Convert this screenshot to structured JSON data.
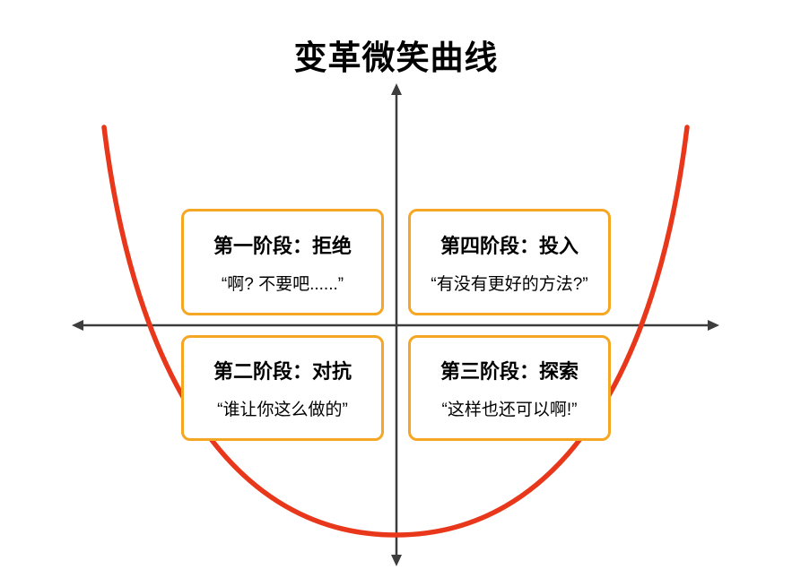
{
  "title": "变革微笑曲线",
  "quadrants": [
    {
      "stage": "第一阶段：拒绝",
      "quote": "“啊? 不要吧......”"
    },
    {
      "stage": "第二阶段：对抗",
      "quote": "“谁让你这么做的”"
    },
    {
      "stage": "第三阶段：探索",
      "quote": "“这样也还可以啊!”"
    },
    {
      "stage": "第四阶段：投入",
      "quote": "“有没有更好的方法?”"
    }
  ],
  "colors": {
    "curve": "#e8371a",
    "axis": "#3d3d3d",
    "box_border": "#f5a623",
    "text": "#000000",
    "background": "#ffffff"
  }
}
